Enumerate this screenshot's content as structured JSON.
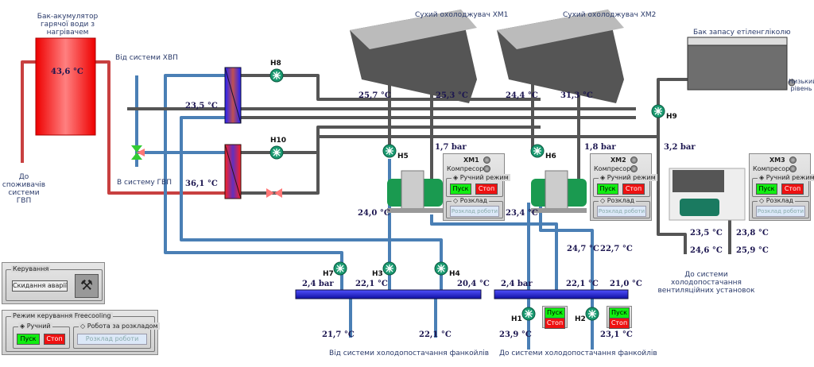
{
  "tanks": {
    "hot_water_title": "Бак-акумулятор гарячої води з нагрівачем",
    "hot_water_temp": "43,6 °C",
    "glycol_title": "Бак запасу етіленгліколю",
    "low_level": "Низький рівень"
  },
  "flows": {
    "from_cold_water": "Від системи ХВП",
    "to_hot_water": "В систему ГВП",
    "to_consumers": "До споживачів системи ГВП",
    "to_ventilation": "До системи холодопостачання вентиляційних установок",
    "from_fancoils": "Від системи холодопостачання фанкойлів",
    "to_fancoils": "До системи холодопостачання фанкойлів"
  },
  "coolers": [
    "Сухий охолоджувач ХМ1",
    "Сухий охолоджувач ХМ2"
  ],
  "pumps": {
    "h1": "Н1",
    "h2": "Н2",
    "h3": "Н3",
    "h4": "Н4",
    "h5": "Н5",
    "h6": "Н6",
    "h7": "Н7",
    "h8": "Н8",
    "h9": "Н9",
    "h10": "Н10"
  },
  "readings": {
    "hx_out_top": "23,5 °C",
    "hx_out_bottom": "36,1 °C",
    "xm1_in": "25,7 °C",
    "xm1_out": "25,3 °C",
    "xm2_in": "24,4 °C",
    "xm2_out": "31,3 °C",
    "p1": "1,7 bar",
    "p2": "1,8 bar",
    "p3": "3,2 bar",
    "ch1_out": "24,0 °C",
    "ch2_out": "23,4 °C",
    "r1": "24,7 °C",
    "r2": "22,7 °C",
    "vent1": "23,5 °C",
    "vent2": "23,8 °C",
    "vent3": "24,6 °C",
    "vent4": "25,9 °C",
    "c1_p": "2,4 bar",
    "c1_t1": "22,1 °C",
    "c1_t2": "20,4 °C",
    "c2_p": "2,4 bar",
    "c2_t1": "22,1 °C",
    "c2_t2": "21,0 °C",
    "ret1": "21,7 °C",
    "ret2": "22,1 °C",
    "sup1": "23,9 °C",
    "sup2": "23,1 °C"
  },
  "chillers": [
    {
      "name": "ХМ1",
      "compressor": "Компресор",
      "manual": "Ручний режим",
      "start": "Пуск",
      "stop": "Стоп",
      "schedule": "Розклад",
      "schedule_btn": "Розклад роботи"
    },
    {
      "name": "ХМ2",
      "compressor": "Компресор",
      "manual": "Ручний режим",
      "start": "Пуск",
      "stop": "Стоп",
      "schedule": "Розклад",
      "schedule_btn": "Розклад роботи"
    },
    {
      "name": "ХМ3",
      "compressor": "Компресор",
      "manual": "Ручний режим",
      "start": "Пуск",
      "stop": "Стоп",
      "schedule": "Розклад",
      "schedule_btn": "Розклад роботи"
    }
  ],
  "pump_buttons": {
    "start": "Пуск",
    "stop": "Стоп"
  },
  "control": {
    "title": "Керування",
    "reset": "Скидання аварії",
    "icon": "tools-icon"
  },
  "freecooling": {
    "title": "Режим керування Freecooling",
    "manual": "Ручний",
    "schedule_mode": "Робота за розкладом",
    "start": "Пуск",
    "stop": "Стоп",
    "schedule_btn": "Розклад роботи"
  },
  "colors": {
    "hot": "#e82020",
    "cold": "#4a7fb5",
    "glycol": "#555555",
    "collector": "#2a2ad0",
    "pump": "#1a9a70"
  }
}
